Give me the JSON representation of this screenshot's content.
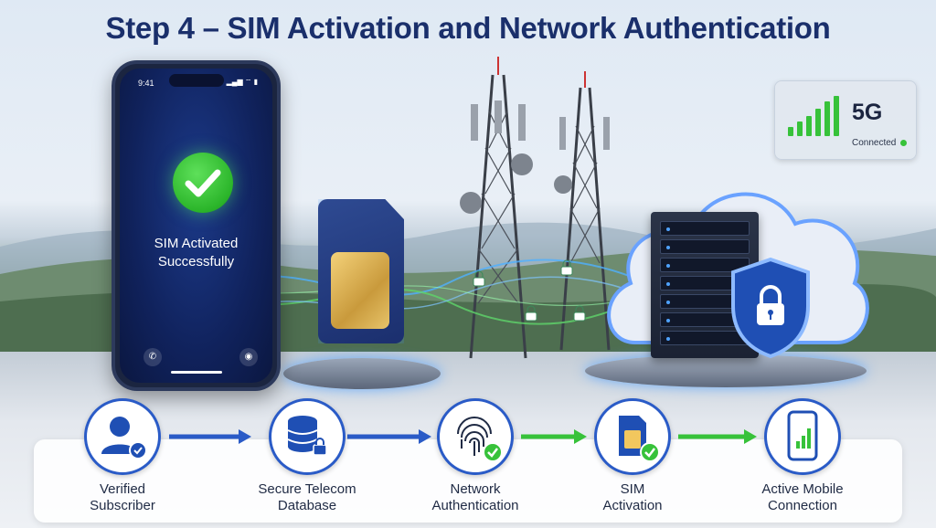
{
  "title": "Step 4 – SIM Activation and Network Authentication",
  "phone": {
    "time": "9:41",
    "status_icons": "▂▄▆ ⌔ ▮",
    "message_line1": "SIM Activated",
    "message_line2": "Successfully"
  },
  "network_badge": {
    "type": "5G",
    "status": "Connected",
    "status_color": "#37c23a"
  },
  "steps": [
    {
      "label_line1": "Verified",
      "label_line2": "Subscriber",
      "icon": "user-check-icon"
    },
    {
      "label_line1": "Secure Telecom",
      "label_line2": "Database",
      "icon": "database-lock-icon"
    },
    {
      "label_line1": "Network",
      "label_line2": "Authentication",
      "icon": "fingerprint-check-icon"
    },
    {
      "label_line1": "SIM",
      "label_line2": "Activation",
      "icon": "sim-check-icon"
    },
    {
      "label_line1": "Active Mobile",
      "label_line2": "Connection",
      "icon": "phone-signal-icon"
    }
  ],
  "colors": {
    "title": "#1a2f6b",
    "accent_blue": "#2a5bc7",
    "accent_green": "#37c23a"
  }
}
